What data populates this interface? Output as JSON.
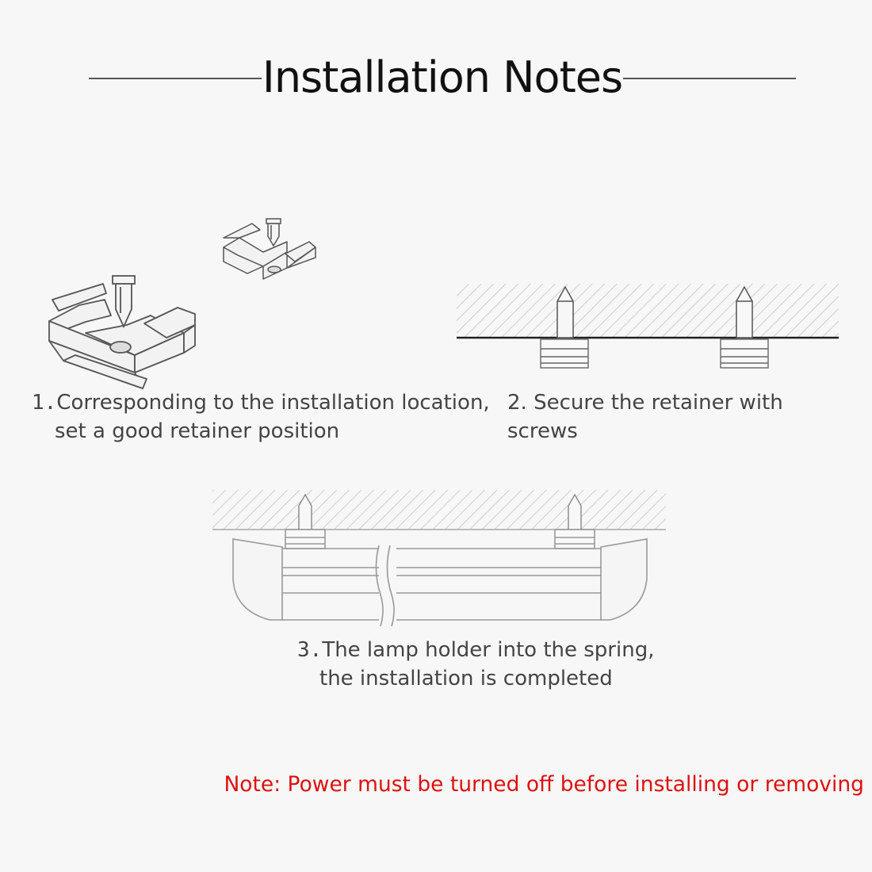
{
  "page": {
    "title": "Installation Notes"
  },
  "steps": [
    {
      "number": "1.",
      "line1": "Corresponding to the installation location,",
      "line2": "set a good retainer position"
    },
    {
      "number": "2.",
      "line1": "Secure the retainer with screws"
    },
    {
      "number": "3.",
      "line1": "The lamp holder into the spring,",
      "line2": "the installation is completed"
    }
  ],
  "note": "Note: Power must be turned off before installing or removing",
  "colors": {
    "note": "#dd1111",
    "line": "#555555",
    "hatch": "#bcbcbc"
  },
  "icons": [
    "retainer-clip-icon",
    "screw-icon",
    "ceiling-hatch",
    "lamp-tube"
  ]
}
